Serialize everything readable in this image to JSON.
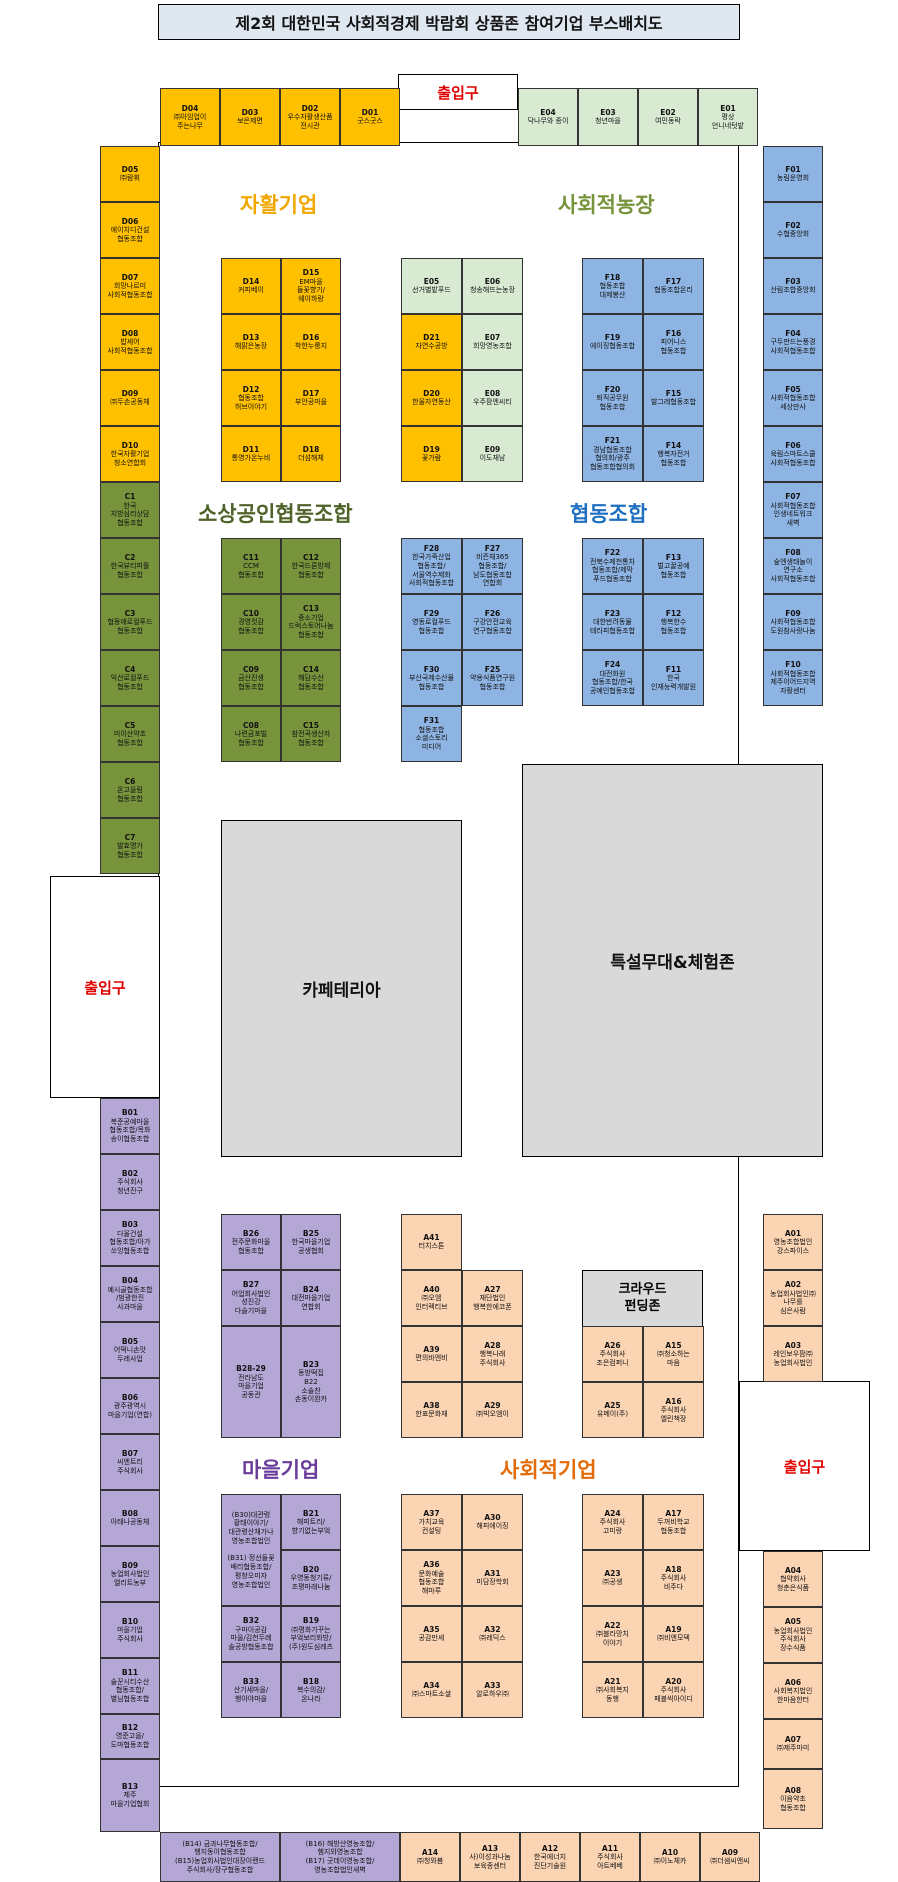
{
  "title": "제2회 대한민국 사회적경제 박람회 상품존 참여기업 부스배치도",
  "entrances": {
    "top": "출입구",
    "left": "출입구",
    "right": "출입구"
  },
  "sections": {
    "self_support": "자활기업",
    "social_farm": "사회적농장",
    "small_biz_coop": "소상공인협동조합",
    "cooperative": "협동조합",
    "village": "마을기업",
    "social_enterprise": "사회적기업"
  },
  "areas": {
    "cafeteria": "카페테리아",
    "stage": "특설무대&체험존",
    "crowdfunding": "크라우드\n펀딩존"
  },
  "colors": {
    "self_support": "#ffc000",
    "social_farm": "#d9ead3",
    "cooperative": "#8eb4e3",
    "small_biz_coop": "#77933c",
    "village": "#b4a7d6",
    "social_enterprise": "#fbd4b4",
    "gray_area": "#d9d9d9",
    "entrance_text": "#e00000"
  },
  "booths": [
    {
      "id": "D04",
      "name": "㈜아임업이\n주는나무"
    },
    {
      "id": "D03",
      "name": "보은제면"
    },
    {
      "id": "D02",
      "name": "우수자활생산품\n전시관"
    },
    {
      "id": "D01",
      "name": "굿스굿스"
    },
    {
      "id": "E04",
      "name": "닥나무와 종이"
    },
    {
      "id": "E03",
      "name": "청년마을"
    },
    {
      "id": "E02",
      "name": "여민동락"
    },
    {
      "id": "E01",
      "name": "평상\n언니네텃밭"
    },
    {
      "id": "D05",
      "name": "㈜람휘"
    },
    {
      "id": "D06",
      "name": "에이치디건설\n협동조합"
    },
    {
      "id": "D07",
      "name": "희망나르미\n사회적협동조합"
    },
    {
      "id": "D08",
      "name": "밥세어\n사회적협동조합"
    },
    {
      "id": "D09",
      "name": "㈜두손공동체"
    },
    {
      "id": "D10",
      "name": "한국자활기업\n청소연합회"
    },
    {
      "id": "C1",
      "name": "한국\n지방심리상담\n협동조합"
    },
    {
      "id": "C2",
      "name": "한국뷰티피플\n협동조합"
    },
    {
      "id": "C3",
      "name": "협동애로컬푸드\n협동조합"
    },
    {
      "id": "C4",
      "name": "익산로컬푸드\n협동조합"
    },
    {
      "id": "C5",
      "name": "미이산약초\n협동조합"
    },
    {
      "id": "C6",
      "name": "온고을림\n협동조합"
    },
    {
      "id": "C7",
      "name": "발효명가\n협동조합"
    },
    {
      "id": "B01",
      "name": "복준공예마을\n협동조합/목화\n송이협동조합"
    },
    {
      "id": "B02",
      "name": "주식회사\n청년진구"
    },
    {
      "id": "B03",
      "name": "다올건설\n협동조합/아가\n쏘잉협동조합"
    },
    {
      "id": "B04",
      "name": "예시골협동조합\n/범광한진\n사과마을"
    },
    {
      "id": "B05",
      "name": "어떡니손맛\n두레사업"
    },
    {
      "id": "B06",
      "name": "광주광역시\n마을기업(연합)"
    },
    {
      "id": "B07",
      "name": "씨엔트리\n주식회사"
    },
    {
      "id": "B08",
      "name": "아태나공동체"
    },
    {
      "id": "B09",
      "name": "농업회사법인\n엘리트농부"
    },
    {
      "id": "B10",
      "name": "마을기업\n주식회사"
    },
    {
      "id": "B11",
      "name": "술꾼시티수산\n협동조합/\n별님협동조합"
    },
    {
      "id": "B12",
      "name": "영준고을/\n도마협동조합"
    },
    {
      "id": "B13",
      "name": "제주\n마을기업협회"
    },
    {
      "id": "F01",
      "name": "농림운영회"
    },
    {
      "id": "F02",
      "name": "수협중앙회"
    },
    {
      "id": "F03",
      "name": "산림조합중앙회"
    },
    {
      "id": "F04",
      "name": "구두판드는풍경\n사회적협동조합"
    },
    {
      "id": "F05",
      "name": "사회적협동조합\n세상만사"
    },
    {
      "id": "F06",
      "name": "육림스마트스쿨\n사회적협동조합"
    },
    {
      "id": "F07",
      "name": "사회적협동조합\n인생네트워크\n새벽"
    },
    {
      "id": "F08",
      "name": "숲엔생태놀이\n연구소\n사회적협동조합"
    },
    {
      "id": "F09",
      "name": "사회적협동조합\n도원참사랑나눔"
    },
    {
      "id": "F10",
      "name": "사회적협동조합\n제주이어드지역\n자활센터"
    },
    {
      "id": "D14",
      "name": "커피베이"
    },
    {
      "id": "D15",
      "name": "EM마을\n들꽃향기/\n웨이하랑"
    },
    {
      "id": "D13",
      "name": "해맑은농장"
    },
    {
      "id": "D16",
      "name": "착한누룽지"
    },
    {
      "id": "D12",
      "name": "협동조합\n허브이야기"
    },
    {
      "id": "D17",
      "name": "부안공마을"
    },
    {
      "id": "D11",
      "name": "통영가온누비"
    },
    {
      "id": "D18",
      "name": "더섬해체"
    },
    {
      "id": "E05",
      "name": "선거별밭푸드"
    },
    {
      "id": "E06",
      "name": "청송해뜨는농장"
    },
    {
      "id": "D21",
      "name": "자연수공방"
    },
    {
      "id": "E07",
      "name": "희망영농조합"
    },
    {
      "id": "D20",
      "name": "한울자연동산"
    },
    {
      "id": "E08",
      "name": "우주팜엔씨티"
    },
    {
      "id": "D19",
      "name": "꽃가람"
    },
    {
      "id": "E09",
      "name": "이도재남"
    },
    {
      "id": "F18",
      "name": "협동조합\n대제봉산"
    },
    {
      "id": "F17",
      "name": "협동조합온리"
    },
    {
      "id": "F19",
      "name": "에이징협동조합"
    },
    {
      "id": "F16",
      "name": "피어니스\n협동조합"
    },
    {
      "id": "F20",
      "name": "퇴직공무원\n협동조합"
    },
    {
      "id": "F15",
      "name": "발그레협동조합"
    },
    {
      "id": "F21",
      "name": "경남협동조합\n협의회/광주\n협동조합협의회"
    },
    {
      "id": "F14",
      "name": "행복자전거\n협동조합"
    },
    {
      "id": "C11",
      "name": "CCM\n협동조합"
    },
    {
      "id": "C12",
      "name": "한국드론방제\n협동조합"
    },
    {
      "id": "C10",
      "name": "경영컷감\n협동조합"
    },
    {
      "id": "C13",
      "name": "중소기업\n드럭스토어나눔\n협동조합"
    },
    {
      "id": "C09",
      "name": "금산진생\n협동조합"
    },
    {
      "id": "C14",
      "name": "해담수산\n협동조합"
    },
    {
      "id": "C08",
      "name": "나련금포빌\n협동조합"
    },
    {
      "id": "C15",
      "name": "참전곡생산자\n협동조합"
    },
    {
      "id": "F28",
      "name": "한국가죽산업\n협동조합/\n서울역수제화\n사회적협동조합"
    },
    {
      "id": "F27",
      "name": "비즌채365\n협동조합/\n남도협동조합\n연합회"
    },
    {
      "id": "F29",
      "name": "영동로컬푸드\n협동조합"
    },
    {
      "id": "F26",
      "name": "구강안전교육\n연구협동조합"
    },
    {
      "id": "F30",
      "name": "부산국제수산물\n협동조합"
    },
    {
      "id": "F25",
      "name": "약용식품연구원\n협동조합"
    },
    {
      "id": "F31",
      "name": "협동조합\n소셜스토리\n미디어"
    },
    {
      "id": "F22",
      "name": "전북수제천통차\n협동조합/제막\n푸드협동조합"
    },
    {
      "id": "F13",
      "name": "벌고꿀공예\n협동조합"
    },
    {
      "id": "F23",
      "name": "대한반려동물\n테라피협동조합"
    },
    {
      "id": "F12",
      "name": "행복한수\n협동조합"
    },
    {
      "id": "F24",
      "name": "대전화원\n협동조합/한국\n공예인협동조합"
    },
    {
      "id": "F11",
      "name": "한국\n인재능력개발원"
    },
    {
      "id": "B26",
      "name": "전주문화마을\n협동조합"
    },
    {
      "id": "B25",
      "name": "한국마을기업\n공생협회"
    },
    {
      "id": "B27",
      "name": "어업회사법인\n성진강\n다슬기마을"
    },
    {
      "id": "B24",
      "name": "대전마을기업\n연합회"
    },
    {
      "id": "B28-29",
      "name": "전라남도\n마을기업\n공동관"
    },
    {
      "id": "B23",
      "name": "동방떡집\nB22\n소솔찬\n손동이완카"
    },
    {
      "id": "(B30)",
      "name": "(B30)대관령\n황태이야기/\n대관령산채가나\n영농조합법인\n\n(B31) 정선들꽃\n배리협동조합/\n평창오미자\n영농조합법인"
    },
    {
      "id": "B21",
      "name": "해피트리/\n향기없는부엌"
    },
    {
      "id": "B20",
      "name": "우영동청기류/\n조평마래나눔"
    },
    {
      "id": "B32",
      "name": "구마이공감\n마을/김천두례\n솔공방협동조합"
    },
    {
      "id": "B19",
      "name": "㈜평화가꾸는\n부엌보리화방/\n(주)원도심레츠"
    },
    {
      "id": "B33",
      "name": "산기세마을/\n행아야마을"
    },
    {
      "id": "B18",
      "name": "복수의감/\n온나라"
    },
    {
      "id": "A41",
      "name": "터치스톤"
    },
    {
      "id": "A40",
      "name": "㈜오엠\n인터렉티브"
    },
    {
      "id": "A27",
      "name": "재단법인\n행복한에코폰"
    },
    {
      "id": "A39",
      "name": "편의바엔비"
    },
    {
      "id": "A28",
      "name": "행복나래\n주식회사"
    },
    {
      "id": "A38",
      "name": "한표문화재"
    },
    {
      "id": "A29",
      "name": "㈜빅오엠이"
    },
    {
      "id": "A26",
      "name": "주식회사\n조은컴퍼니"
    },
    {
      "id": "A15",
      "name": "㈜청소하는\n마음"
    },
    {
      "id": "A25",
      "name": "유메이(주)"
    },
    {
      "id": "A16",
      "name": "주식회사\n엘린책장"
    },
    {
      "id": "A37",
      "name": "가치교육\n컨설팅"
    },
    {
      "id": "A30",
      "name": "해피에이징"
    },
    {
      "id": "A24",
      "name": "주식회사\n고미랑"
    },
    {
      "id": "A17",
      "name": "두꺼비학교\n협동조합"
    },
    {
      "id": "A36",
      "name": "문화예술\n협동조합\n해마루"
    },
    {
      "id": "A31",
      "name": "미담장학회"
    },
    {
      "id": "A23",
      "name": "㈜공생"
    },
    {
      "id": "A18",
      "name": "주식회사\n비주다"
    },
    {
      "id": "A35",
      "name": "공감만세"
    },
    {
      "id": "A32",
      "name": "㈜레딕스"
    },
    {
      "id": "A22",
      "name": "㈜블라망치\n이야기"
    },
    {
      "id": "A19",
      "name": "㈜비앤모덱"
    },
    {
      "id": "A34",
      "name": "㈜스마트소셜"
    },
    {
      "id": "A33",
      "name": "알로하우㈜"
    },
    {
      "id": "A21",
      "name": "㈜사회복지\n동행"
    },
    {
      "id": "A20",
      "name": "주식회사\n페블씩아이디"
    },
    {
      "id": "A01",
      "name": "영농조합법인\n강스파이스"
    },
    {
      "id": "A02",
      "name": "농업회사법인㈜\n나무를\n심은사람"
    },
    {
      "id": "A03",
      "name": "레인보우팜㈜\n농업회사법인"
    },
    {
      "id": "A04",
      "name": "협약회사\n청춘은식품"
    },
    {
      "id": "A05",
      "name": "농업회사법인\n주식회사\n장수식품"
    },
    {
      "id": "A06",
      "name": "사회복지법인\n한마음한터"
    },
    {
      "id": "A07",
      "name": "㈜제주마미"
    },
    {
      "id": "A08",
      "name": "이음약초\n협동조합"
    },
    {
      "id": "(B14)",
      "name": "(B14) 금과나무협동조합/\n행지동이협동조합\n(B15)농업회사법인대장이랜드\n주식회사/장구협동조합"
    },
    {
      "id": "(B16)",
      "name": "(B16) 해방산영농조합/\n햄지와영농조합\n(B17) 굿데이영농조합/\n영농조합법인새벽"
    },
    {
      "id": "A14",
      "name": "㈜청와봄"
    },
    {
      "id": "A13",
      "name": "사)이성과나눔\n보육종센터"
    },
    {
      "id": "A12",
      "name": "한국에너지\n진단기술원"
    },
    {
      "id": "A11",
      "name": "주식회사\n아트베베"
    },
    {
      "id": "A10",
      "name": "㈜이노체카"
    },
    {
      "id": "A09",
      "name": "㈜더샘씨앤씨"
    }
  ]
}
